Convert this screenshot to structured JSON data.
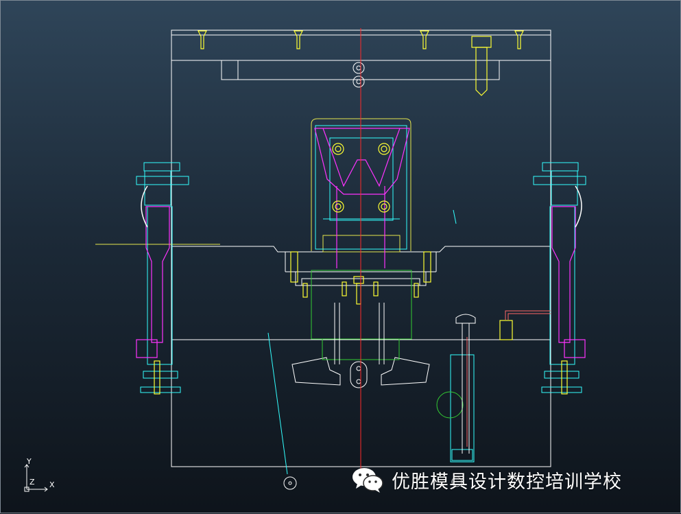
{
  "viewport": {
    "background_top": "#2f4559",
    "background_bottom": "#0e141b"
  },
  "axes": {
    "y_label": "Y",
    "z_label": "Z",
    "x_label": "X"
  },
  "colors": {
    "outline": "#ffffff",
    "screws": "#ffff33",
    "centerline": "#ff2a2a",
    "ejector": "#ff33ff",
    "guide": "#33ffff",
    "slider": "#b0b0ff",
    "plate_green": "#33cc33",
    "parting_line": "#e6e64d",
    "hose": "#ff6666"
  },
  "watermark": {
    "icon": "wechat-icon",
    "text": "优胜模具设计数控培训学校"
  }
}
